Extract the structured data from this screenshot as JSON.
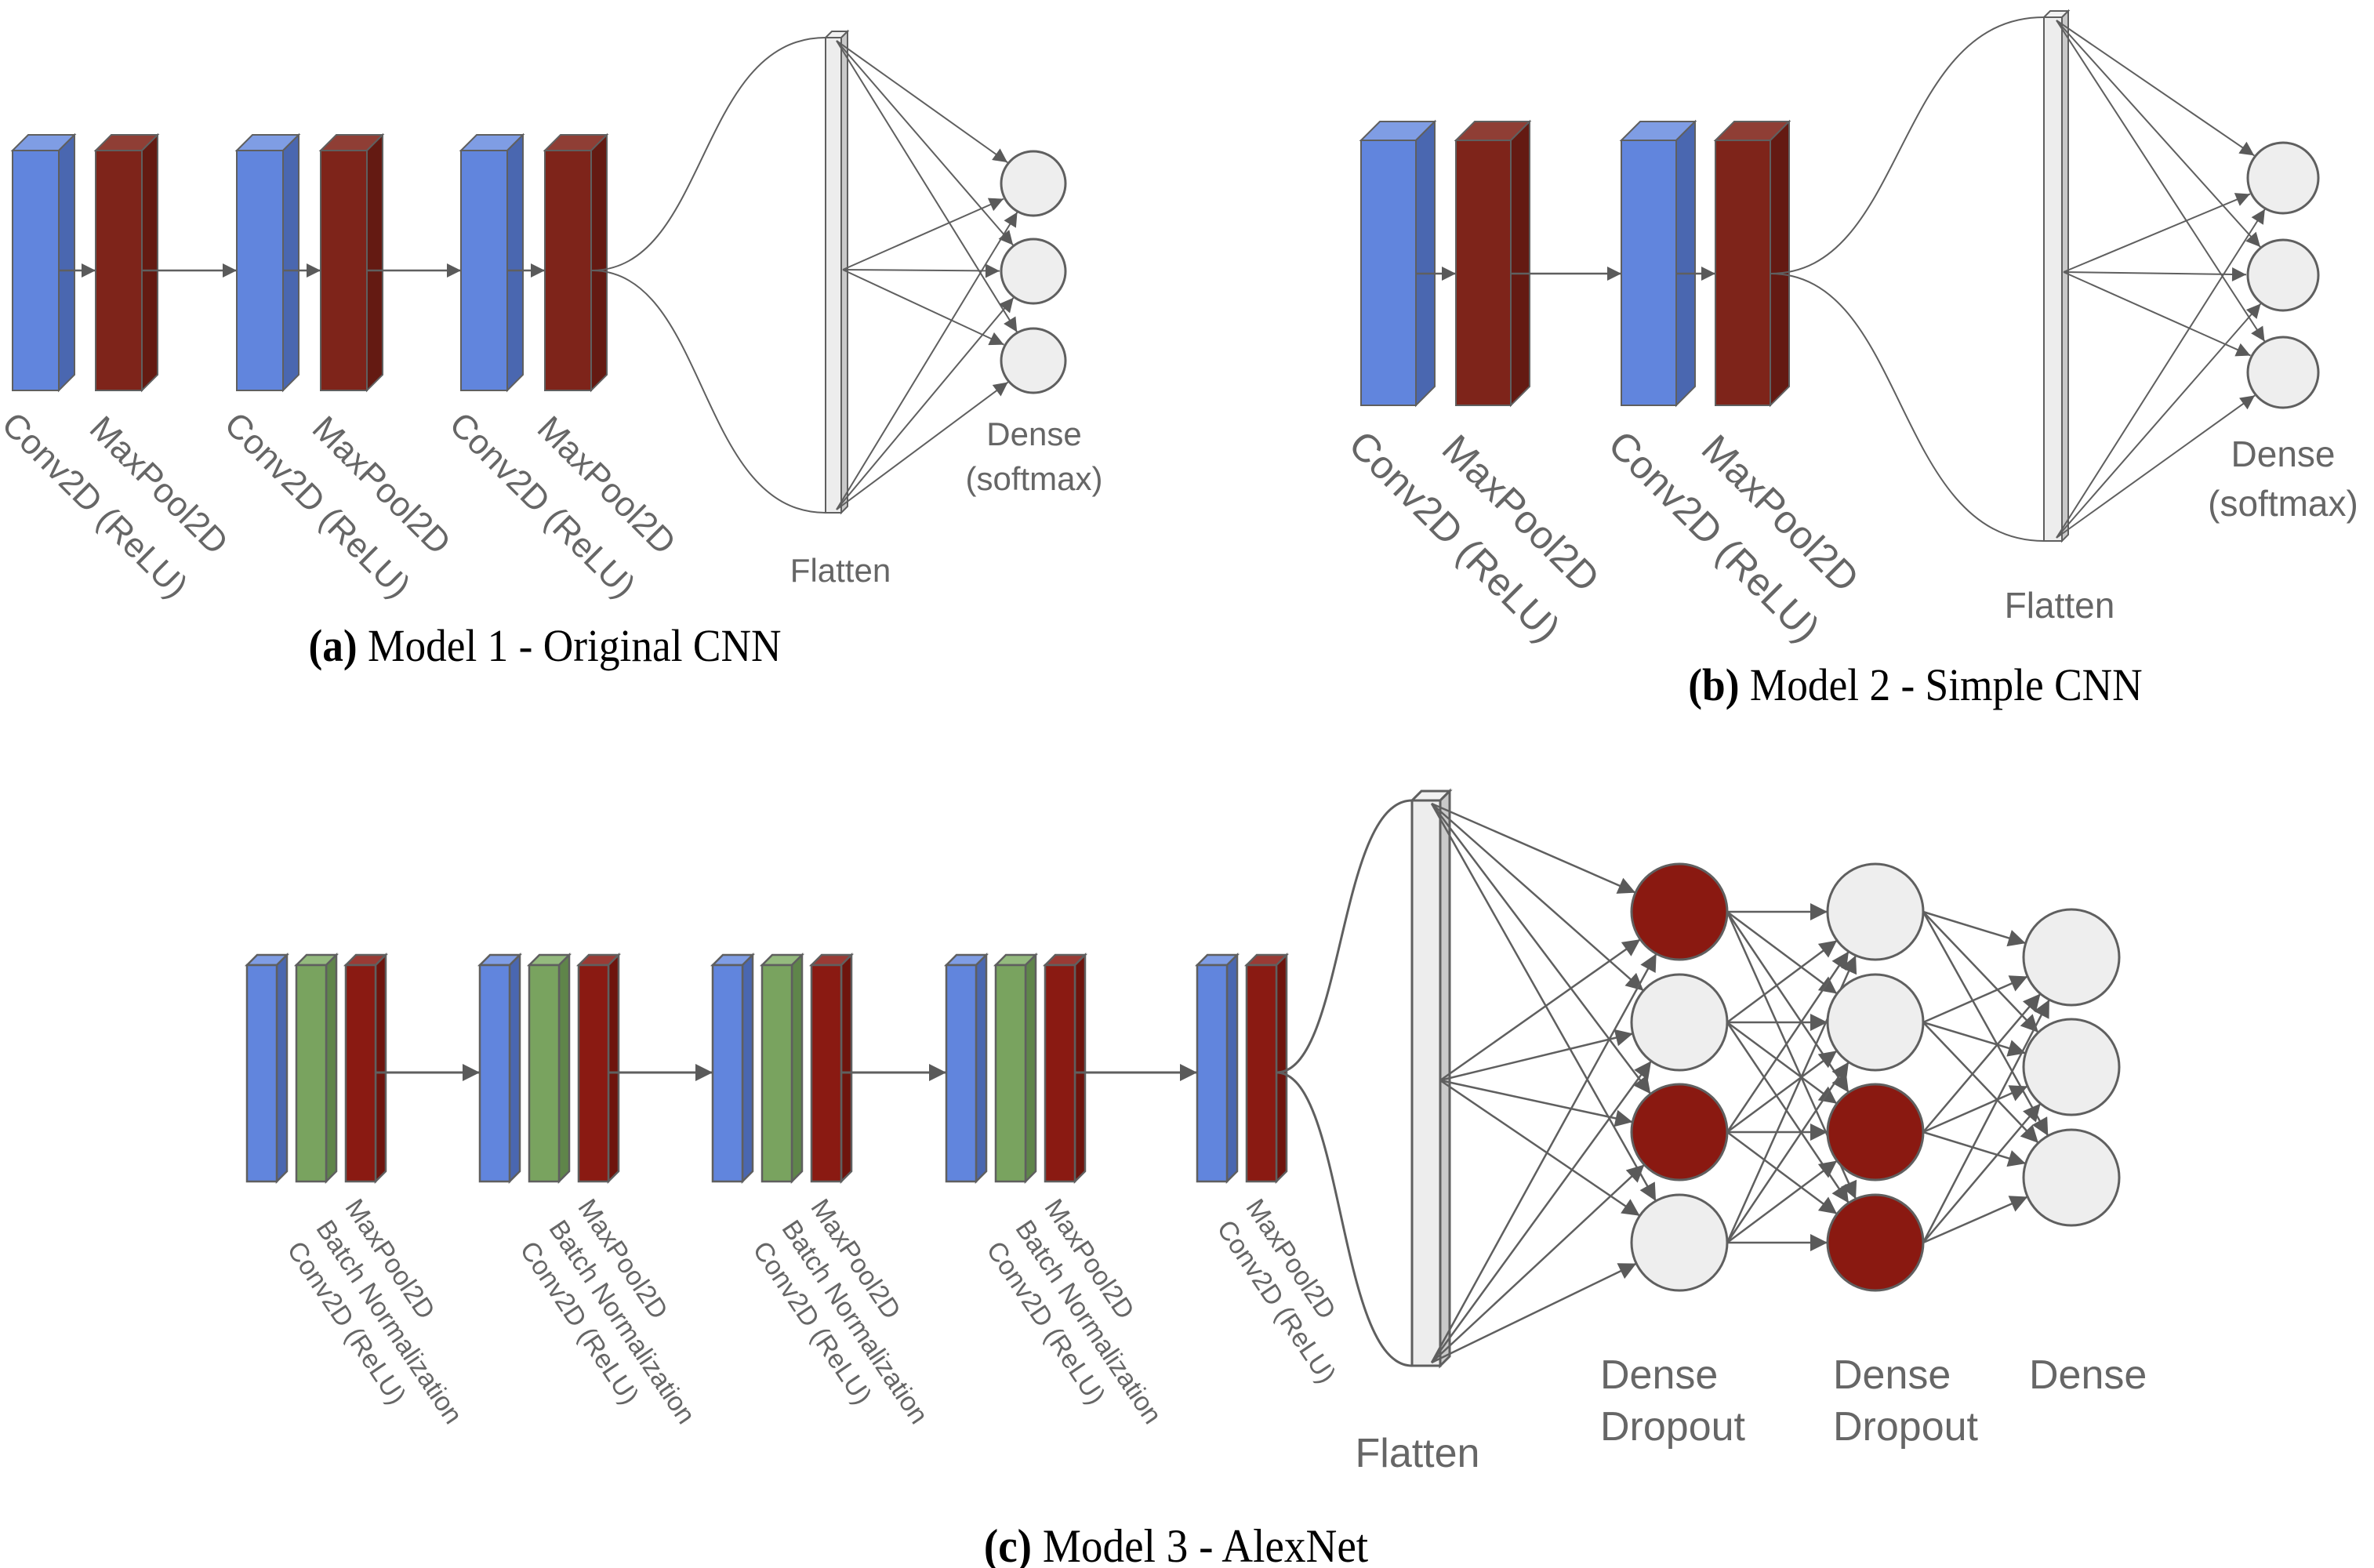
{
  "figure": {
    "panels": [
      {
        "id": "a",
        "caption_tag": "(a)",
        "caption_text": " Model 1 - Original CNN",
        "layer_sequence": [
          "Conv2D (ReLU)",
          "MaxPool2D",
          "Conv2D (ReLU)",
          "MaxPool2D",
          "Conv2D (ReLU)",
          "MaxPool2D",
          "Flatten",
          "Dense (softmax)"
        ],
        "block_labels": [
          "Conv2D (ReLU)",
          "MaxPool2D",
          "Conv2D (ReLU)",
          "MaxPool2D",
          "Conv2D (ReLU)",
          "MaxPool2D"
        ],
        "flatten_label": "Flatten",
        "output_label_lines": [
          "Dense",
          "(softmax)"
        ],
        "output_nodes": 3
      },
      {
        "id": "b",
        "caption_tag": "(b)",
        "caption_text": " Model 2 - Simple CNN",
        "layer_sequence": [
          "Conv2D (ReLU)",
          "MaxPool2D",
          "Conv2D (ReLU)",
          "MaxPool2D",
          "Flatten",
          "Dense (softmax)"
        ],
        "block_labels": [
          "Conv2D (ReLU)",
          "MaxPool2D",
          "Conv2D (ReLU)",
          "MaxPool2D"
        ],
        "flatten_label": "Flatten",
        "output_label_lines": [
          "Dense",
          "(softmax)"
        ],
        "output_nodes": 3
      },
      {
        "id": "c",
        "caption_tag": "(c)",
        "caption_text": " Model 3 - AlexNet",
        "groups": [
          {
            "layers": [
              "conv",
              "bn",
              "pool"
            ],
            "label_lines": [
              "MaxPool2D",
              "Batch Normalization",
              "Conv2D (ReLU)"
            ]
          },
          {
            "layers": [
              "conv",
              "bn",
              "pool"
            ],
            "label_lines": [
              "MaxPool2D",
              "Batch Normalization",
              "Conv2D (ReLU)"
            ]
          },
          {
            "layers": [
              "conv",
              "bn",
              "pool"
            ],
            "label_lines": [
              "MaxPool2D",
              "Batch Normalization",
              "Conv2D (ReLU)"
            ]
          },
          {
            "layers": [
              "conv",
              "bn",
              "pool"
            ],
            "label_lines": [
              "MaxPool2D",
              "Batch Normalization",
              "Conv2D (ReLU)"
            ]
          },
          {
            "layers": [
              "conv",
              "pool"
            ],
            "label_lines": [
              "MaxPool2D",
              "Conv2D (ReLU)"
            ]
          }
        ],
        "flatten_label": "Flatten",
        "dense_columns": [
          {
            "label_lines": [
              "Dense",
              "Dropout"
            ],
            "nodes": [
              "dropped",
              "active",
              "dropped",
              "active"
            ]
          },
          {
            "label_lines": [
              "Dense",
              "Dropout"
            ],
            "nodes": [
              "active",
              "active",
              "dropped",
              "dropped"
            ]
          },
          {
            "label_lines": [
              "Dense"
            ],
            "nodes": [
              "active",
              "active",
              "active"
            ]
          }
        ]
      }
    ]
  },
  "colors": {
    "conv": {
      "front": "#6185dd",
      "side": "#4a67b0",
      "top": "#7f9de4"
    },
    "pool": {
      "front": "#7e241a",
      "side": "#641a12",
      "top": "#8f3e35"
    },
    "pool_c": {
      "front": "#8a1a12",
      "side": "#6e140d",
      "top": "#9a3b35"
    },
    "bn": {
      "front": "#79a35f",
      "side": "#5f854a",
      "top": "#94ba7e"
    },
    "flatten": {
      "front": "#ededed",
      "side": "#c9c9c9",
      "top": "#f2f2f2"
    },
    "node_active": "#eeeeee",
    "node_dropped": "#8a1911",
    "outline": "#5f5f5f",
    "label_text": "#666666"
  }
}
